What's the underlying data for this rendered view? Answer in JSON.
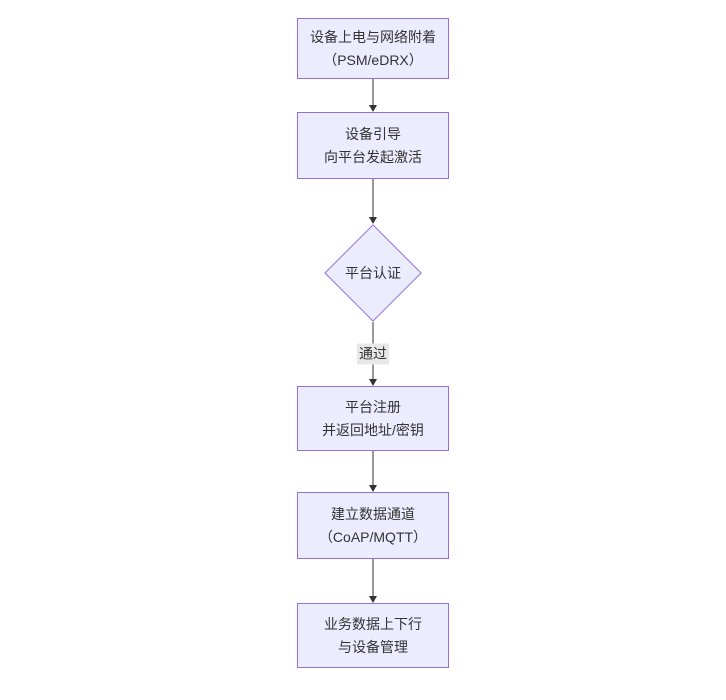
{
  "diagram": {
    "type": "flowchart",
    "direction": "top-down",
    "colors": {
      "node_fill": "#ECECFF",
      "node_border": "#9370DB",
      "text": "#333333",
      "edge_line": "#333333",
      "edge_label_bg": "#e8e8e8"
    },
    "nodes": [
      {
        "id": "power-attach",
        "shape": "rect",
        "lines": [
          "设备上电与网络附着",
          "（PSM/eDRX）"
        ]
      },
      {
        "id": "bootstrap",
        "shape": "rect",
        "lines": [
          "设备引导",
          "向平台发起激活"
        ]
      },
      {
        "id": "platform-auth",
        "shape": "diamond",
        "lines": [
          "平台认证"
        ]
      },
      {
        "id": "register",
        "shape": "rect",
        "lines": [
          "平台注册",
          "并返回地址/密钥"
        ]
      },
      {
        "id": "data-channel",
        "shape": "rect",
        "lines": [
          "建立数据通道",
          "（CoAP/MQTT）"
        ]
      },
      {
        "id": "business-data",
        "shape": "rect",
        "lines": [
          "业务数据上下行",
          "与设备管理"
        ]
      }
    ],
    "edges": [
      {
        "from": "power-attach",
        "to": "bootstrap",
        "label": ""
      },
      {
        "from": "bootstrap",
        "to": "platform-auth",
        "label": ""
      },
      {
        "from": "platform-auth",
        "to": "register",
        "label": "通过"
      },
      {
        "from": "register",
        "to": "data-channel",
        "label": ""
      },
      {
        "from": "data-channel",
        "to": "business-data",
        "label": ""
      }
    ]
  }
}
